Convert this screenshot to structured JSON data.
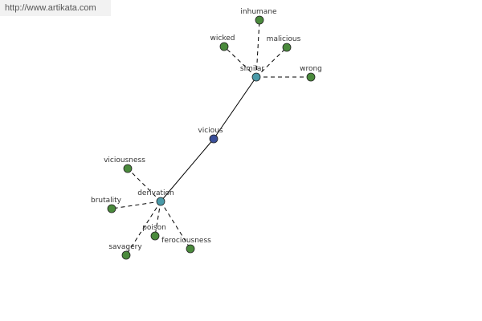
{
  "source_link": {
    "text": "http://www.artikata.com"
  },
  "colors": {
    "background": "#ffffff",
    "url_box": "#f2f2f2",
    "edge": "#000000",
    "root_node": "#3a4f9a",
    "hub_node": "#4a9aa8",
    "leaf_node": "#4a8a3c",
    "node_stroke": "#222222"
  },
  "graph": {
    "root": "vicious",
    "nodes": [
      {
        "id": "vicious",
        "label": "vicious",
        "kind": "root"
      },
      {
        "id": "similar",
        "label": "similar",
        "kind": "hub"
      },
      {
        "id": "derivation",
        "label": "derivation",
        "kind": "hub"
      },
      {
        "id": "inhumane",
        "label": "inhumane",
        "kind": "leaf"
      },
      {
        "id": "wicked",
        "label": "wicked",
        "kind": "leaf"
      },
      {
        "id": "malicious",
        "label": "malicious",
        "kind": "leaf"
      },
      {
        "id": "wrong",
        "label": "wrong",
        "kind": "leaf"
      },
      {
        "id": "viciousness",
        "label": "viciousness",
        "kind": "leaf"
      },
      {
        "id": "brutality",
        "label": "brutality",
        "kind": "leaf"
      },
      {
        "id": "poison",
        "label": "poison",
        "kind": "leaf"
      },
      {
        "id": "savagery",
        "label": "savagery",
        "kind": "leaf"
      },
      {
        "id": "ferociousness",
        "label": "ferociousness",
        "kind": "leaf"
      }
    ],
    "edges": [
      {
        "from": "vicious",
        "to": "similar",
        "style": "solid"
      },
      {
        "from": "vicious",
        "to": "derivation",
        "style": "solid"
      },
      {
        "from": "similar",
        "to": "inhumane",
        "style": "dashed"
      },
      {
        "from": "similar",
        "to": "wicked",
        "style": "dashed"
      },
      {
        "from": "similar",
        "to": "malicious",
        "style": "dashed"
      },
      {
        "from": "similar",
        "to": "wrong",
        "style": "dashed"
      },
      {
        "from": "derivation",
        "to": "viciousness",
        "style": "dashed"
      },
      {
        "from": "derivation",
        "to": "brutality",
        "style": "dashed"
      },
      {
        "from": "derivation",
        "to": "poison",
        "style": "dashed"
      },
      {
        "from": "derivation",
        "to": "savagery",
        "style": "dashed"
      },
      {
        "from": "derivation",
        "to": "ferociousness",
        "style": "dashed"
      }
    ]
  }
}
